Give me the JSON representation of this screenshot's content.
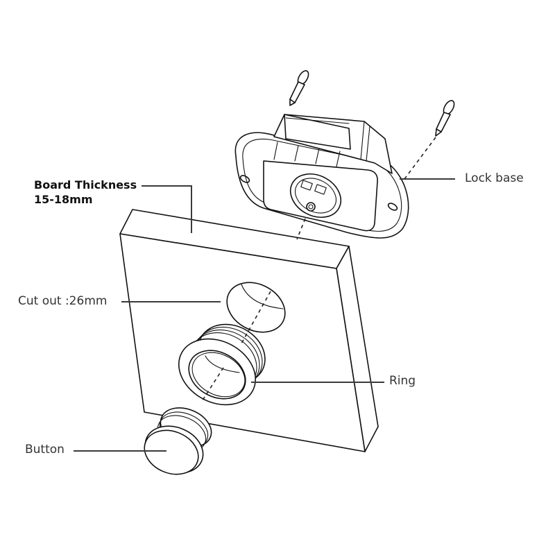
{
  "diagram": {
    "type": "exploded-assembly",
    "colors": {
      "line": "#111111",
      "leader": "#3a3a3a",
      "label": "#333333",
      "background": "#ffffff"
    },
    "labels": {
      "board_thickness_title": "Board Thickness",
      "board_thickness_value": "15-18mm",
      "lock_base": "Lock base",
      "cut_out": "Cut out :26mm",
      "ring": "Ring",
      "button": "Button"
    },
    "parts": [
      "screw",
      "screw",
      "lock-base",
      "board",
      "cut-out",
      "ring",
      "button"
    ]
  }
}
